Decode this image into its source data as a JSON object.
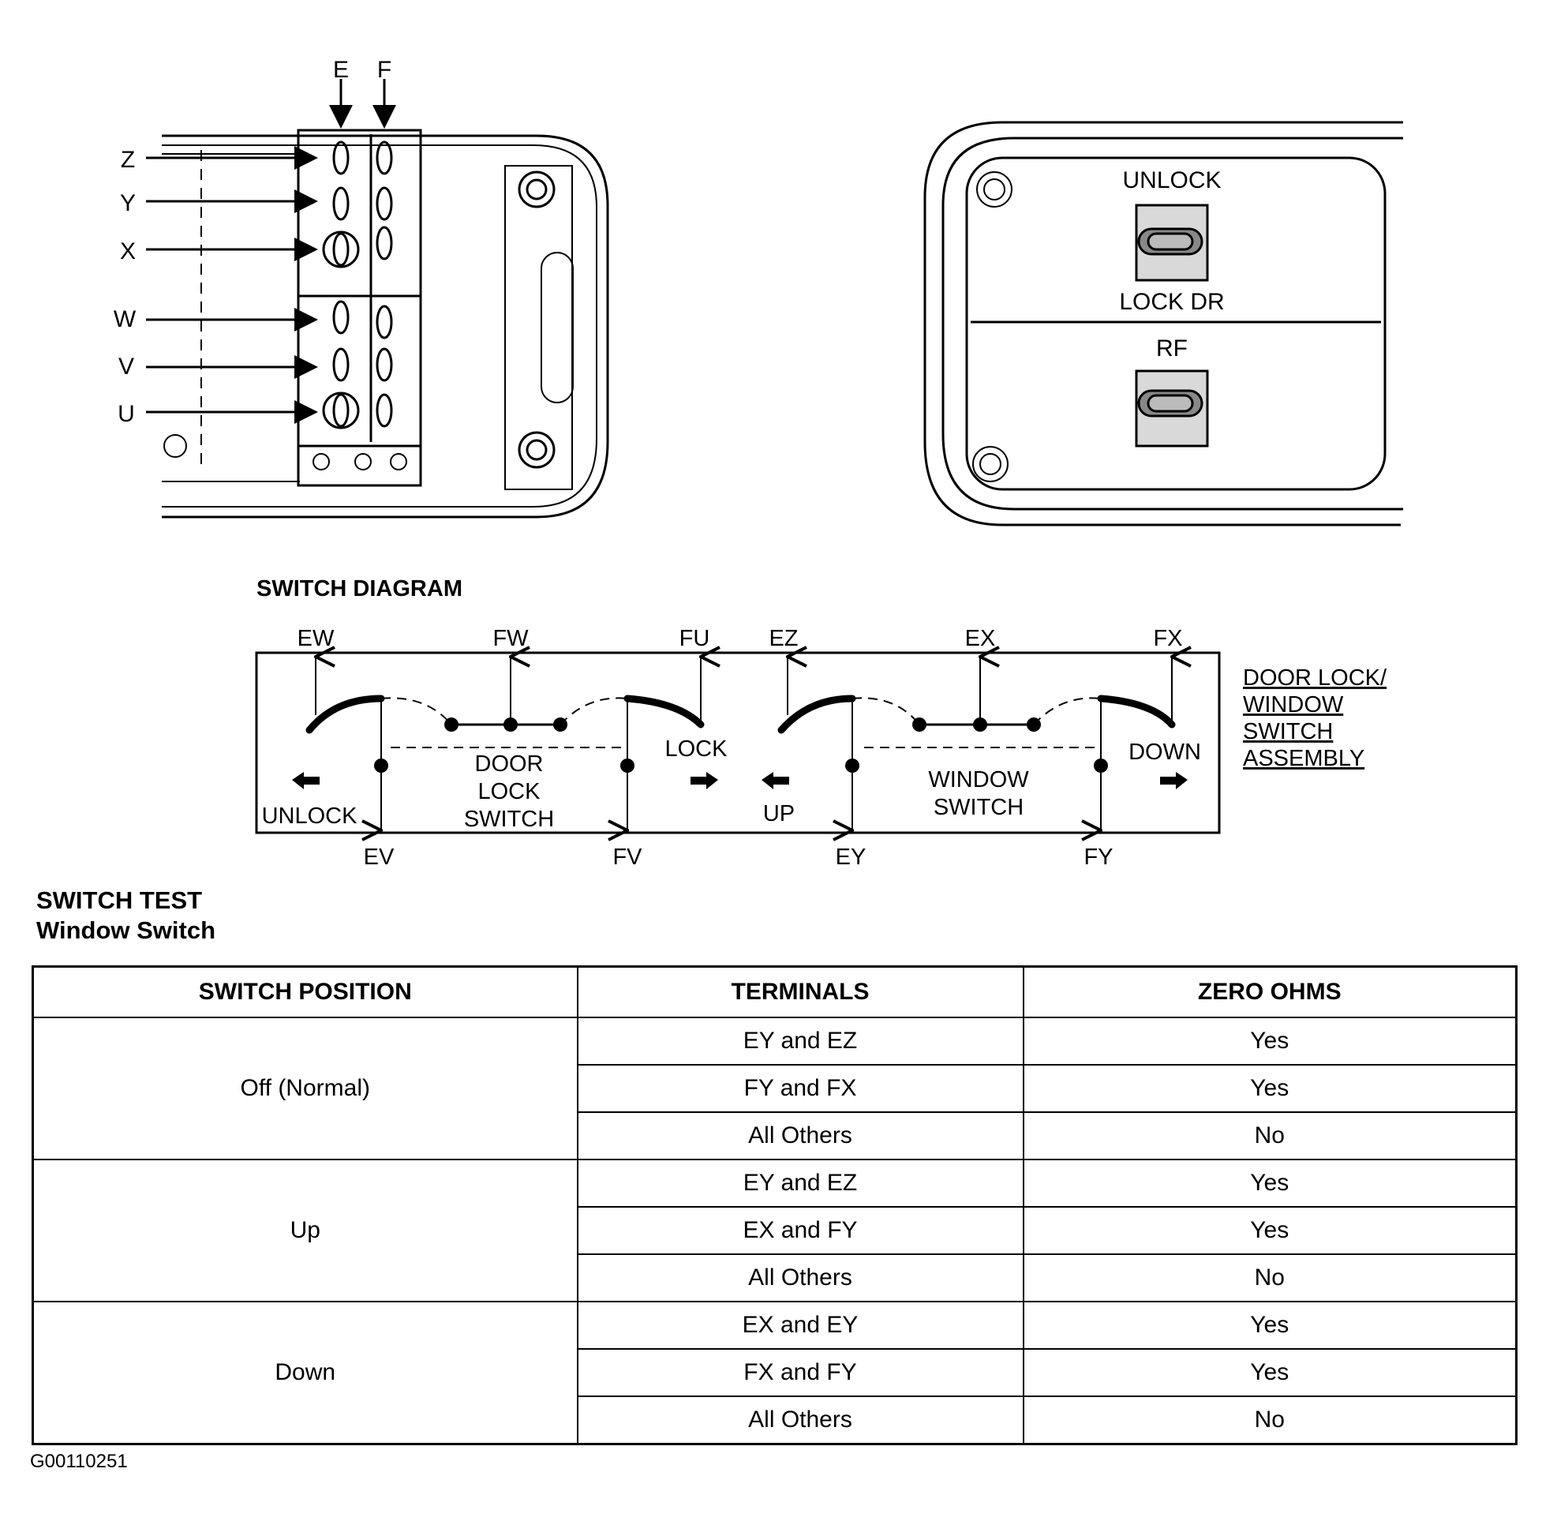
{
  "connector": {
    "top_labels": [
      "E",
      "F"
    ],
    "side_labels": [
      "Z",
      "Y",
      "X",
      "W",
      "V",
      "U"
    ]
  },
  "switch_panel": {
    "unlock": "UNLOCK",
    "lock_dr": "LOCK DR",
    "rf": "RF"
  },
  "switch_diagram": {
    "title": "SWITCH DIAGRAM",
    "top_terminals": [
      "EW",
      "FW",
      "FU",
      "EZ",
      "EX",
      "FX"
    ],
    "bottom_terminals": [
      "EV",
      "FV",
      "EY",
      "FY"
    ],
    "door_lock_switch": [
      "DOOR",
      "LOCK",
      "SWITCH"
    ],
    "window_switch": [
      "WINDOW",
      "SWITCH"
    ],
    "unlock": "UNLOCK",
    "lock": "LOCK",
    "up": "UP",
    "down": "DOWN",
    "assembly_label": [
      "DOOR LOCK/",
      "WINDOW",
      "SWITCH",
      "ASSEMBLY"
    ]
  },
  "switch_test": {
    "title": "SWITCH TEST",
    "subtitle": "Window Switch",
    "headers": [
      "SWITCH POSITION",
      "TERMINALS",
      "ZERO OHMS"
    ],
    "groups": [
      {
        "position": "Off (Normal)",
        "rows": [
          [
            "EY and EZ",
            "Yes"
          ],
          [
            "FY and FX",
            "Yes"
          ],
          [
            "All Others",
            "No"
          ]
        ]
      },
      {
        "position": "Up",
        "rows": [
          [
            "EY and EZ",
            "Yes"
          ],
          [
            "EX and FY",
            "Yes"
          ],
          [
            "All Others",
            "No"
          ]
        ]
      },
      {
        "position": "Down",
        "rows": [
          [
            "EX and EY",
            "Yes"
          ],
          [
            "FX and FY",
            "Yes"
          ],
          [
            "All Others",
            "No"
          ]
        ]
      }
    ]
  },
  "figure_code": "G00110251"
}
